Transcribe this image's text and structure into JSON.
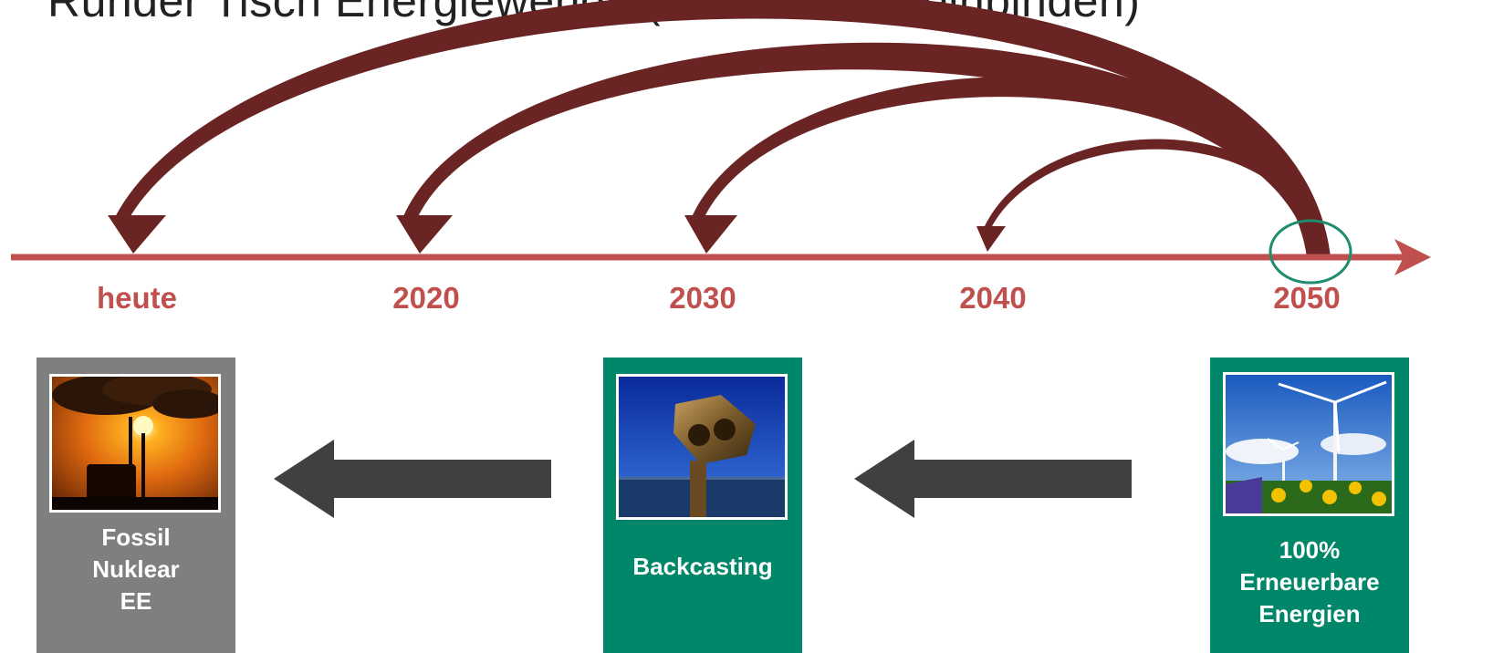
{
  "title": "Runder Tisch Energiewende (Stakeholder einbinden)",
  "colors": {
    "timeline": "#c0504d",
    "arc_arrow": "#6b2424",
    "highlight_circle": "#1e8c6e",
    "box_gray": "#7f7f7f",
    "box_green": "#00876a",
    "block_arrow": "#404040",
    "label_text": "#c0504d"
  },
  "timeline": {
    "ticks": [
      "heute",
      "2020",
      "2030",
      "2040",
      "2050"
    ]
  },
  "boxes": [
    {
      "label": "Fossil\nNuklear\nEE",
      "image_icon": "power-plant-smoke-icon"
    },
    {
      "label": "Backcasting",
      "image_icon": "binoculars-icon"
    },
    {
      "label": "100%\nErneuerbare\nEnergien",
      "image_icon": "wind-turbine-sunflower-icon"
    }
  ]
}
